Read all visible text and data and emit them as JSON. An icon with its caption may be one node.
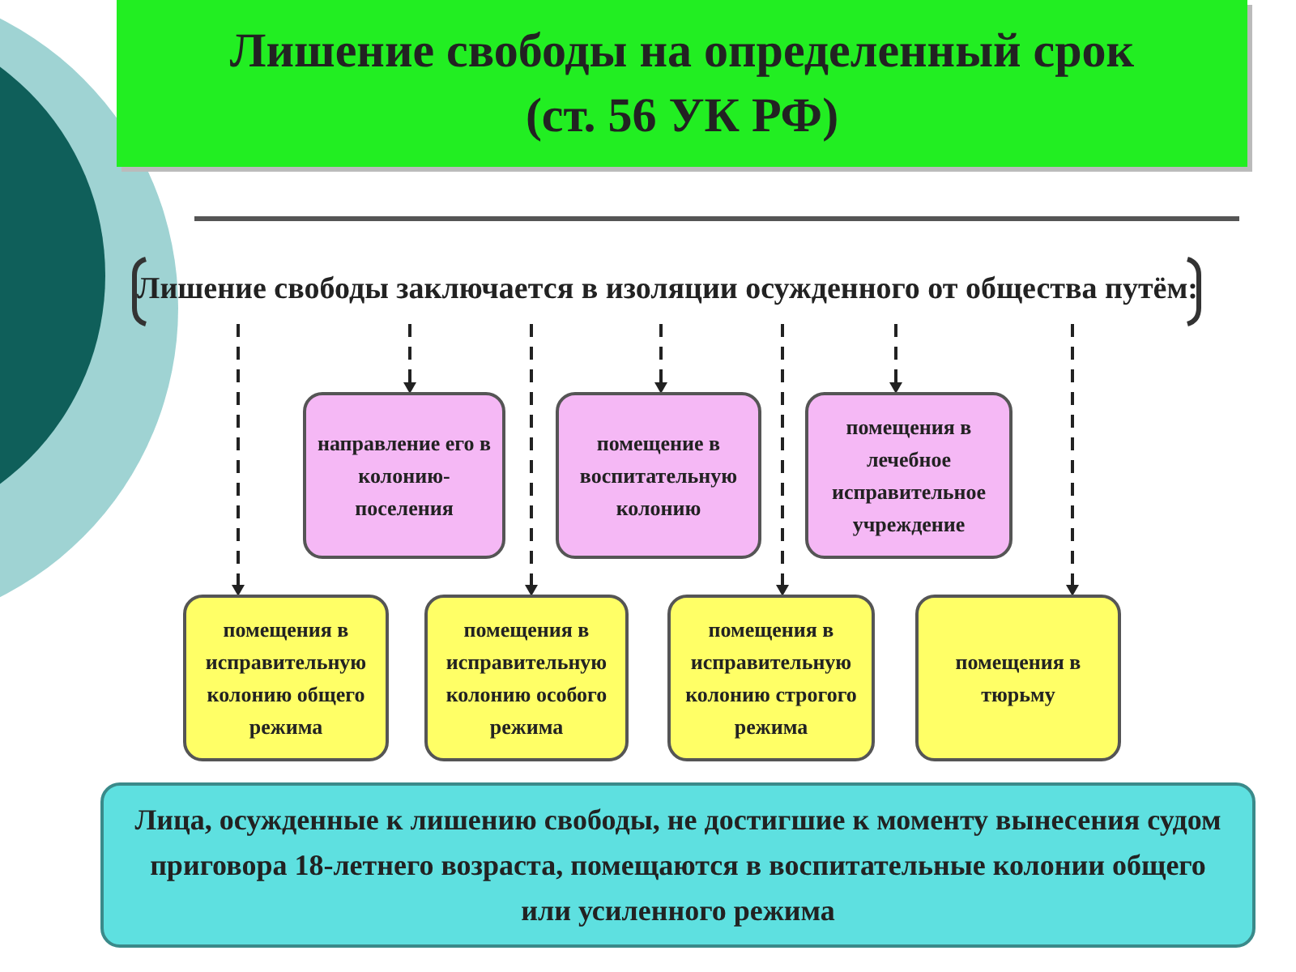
{
  "diagram": {
    "nodes": [
      {
        "text": [
          "Лишение свободы на определенный срок (ст. 56 УК РФ)"
        ]
      },
      {
        "text": [
          "Лишение свободы заключается в изоляции осужденного от общества путём:"
        ]
      },
      {
        "text": [
          "направление его в колонию-поселения"
        ]
      },
      {
        "text": [
          "помещение в воспитательную колонию"
        ]
      },
      {
        "text": [
          "помещения в лечебное исправительное учреждение"
        ]
      },
      {
        "text": [
          "помещения в исправительную колонию общего режима"
        ]
      },
      {
        "text": [
          "помещения в исправительную колонию особого режима"
        ]
      },
      {
        "text": [
          "помещения в исправительную колонию строгого режима"
        ]
      },
      {
        "text": [
          "помещения в тюрьму"
        ]
      },
      {
        "text": [
          "Лица, осужденные к лишению свободы, не достигшие к моменту вынесения судом приговора 18-летнего возраста, помещаются в воспитательные колонии общего или усиленного режима"
        ]
      }
    ],
    "edges": [
      {
        "from": 1,
        "to": 2,
        "arrow": "to",
        "style": "dashed"
      },
      {
        "from": 1,
        "to": 3,
        "arrow": "to",
        "style": "dashed"
      },
      {
        "from": 1,
        "to": 4,
        "arrow": "to",
        "style": "dashed"
      },
      {
        "from": 1,
        "to": 5,
        "arrow": "to",
        "style": "dashed"
      },
      {
        "from": 1,
        "to": 6,
        "arrow": "to",
        "style": "dashed"
      },
      {
        "from": 1,
        "to": 7,
        "arrow": "to",
        "style": "dashed"
      },
      {
        "from": 1,
        "to": 8,
        "arrow": "to",
        "style": "dashed"
      }
    ]
  }
}
